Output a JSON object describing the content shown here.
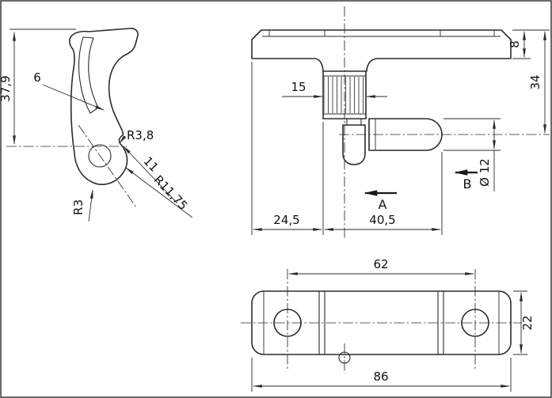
{
  "drawing": {
    "colors": {
      "line": "#2b2b2b",
      "background": "#ffffff",
      "hatch": "#6a6a6a"
    },
    "side_view": {
      "height": "37,9",
      "wall_thickness": "6",
      "notch_radius": "R3,8",
      "offset_length": "11",
      "outer_radius": "R11,75",
      "inner_radius": "R3"
    },
    "front_view": {
      "knurl_width": "15",
      "plate_thickness": "8",
      "overall_height": "34",
      "pin_diameter": "Ø 12",
      "section_a": "A",
      "section_b": "B",
      "left_offset": "24,5",
      "right_offset": "40,5"
    },
    "top_view": {
      "hole_spacing": "62",
      "body_width": "22",
      "overall_length": "86"
    }
  }
}
